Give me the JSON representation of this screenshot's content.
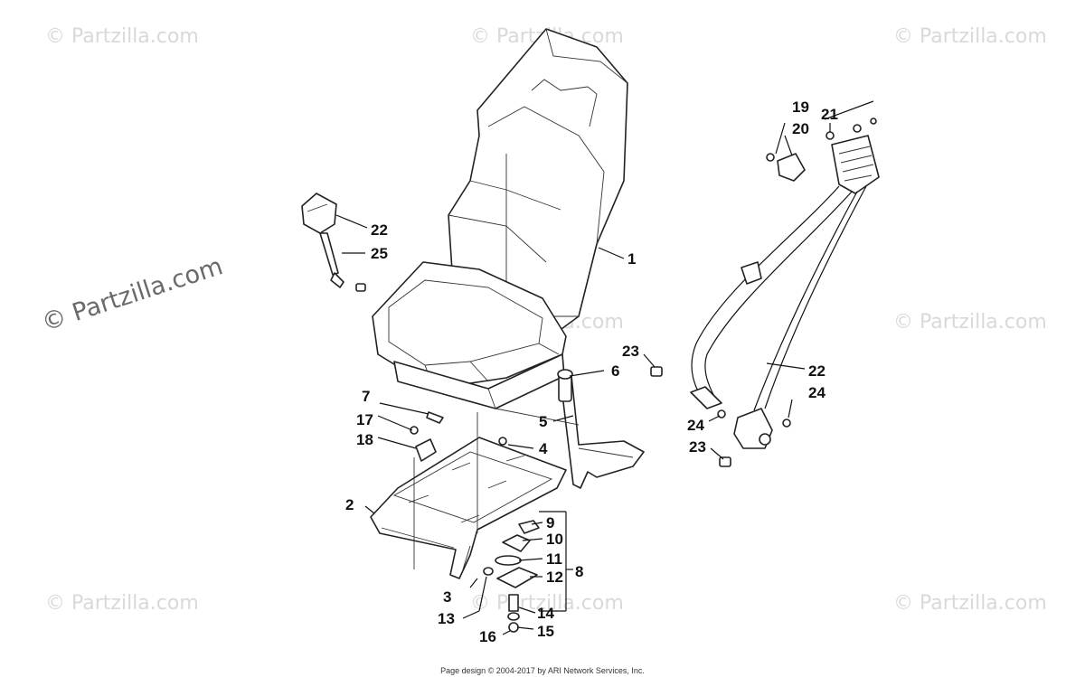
{
  "watermarks": {
    "small": "© Partzilla.com",
    "large": "© Partzilla.com"
  },
  "callouts": {
    "c1": "1",
    "c2": "2",
    "c3": "3",
    "c4": "4",
    "c5": "5",
    "c6": "6",
    "c7": "7",
    "c8": "8",
    "c9": "9",
    "c10": "10",
    "c11": "11",
    "c12": "12",
    "c13": "13",
    "c14": "14",
    "c15": "15",
    "c16": "16",
    "c17": "17",
    "c18": "18",
    "c19": "19",
    "c20": "20",
    "c21": "21",
    "c22a": "22",
    "c22b": "22",
    "c23a": "23",
    "c23b": "23",
    "c24a": "24",
    "c24b": "24",
    "c25": "25"
  },
  "footer": "Page design © 2004-2017 by ARI Network Services, Inc."
}
